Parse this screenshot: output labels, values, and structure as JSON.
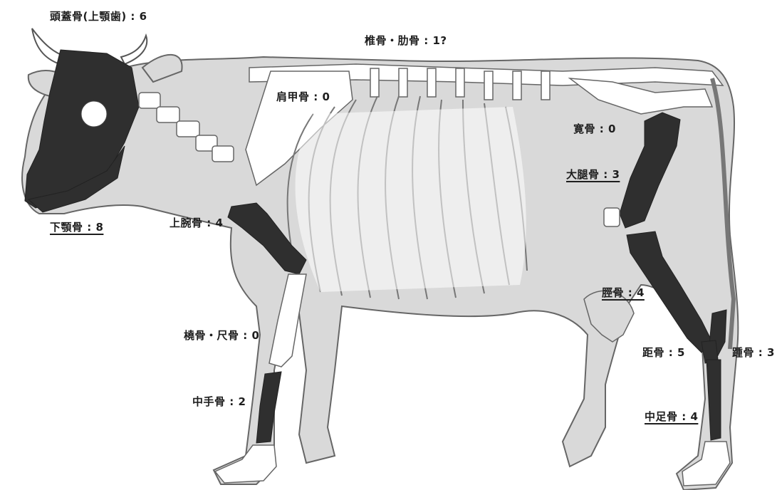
{
  "labels": {
    "skull": "頭蓋骨(上顎歯) : 6",
    "vertebra_rib": "椎骨・肋骨 : 1?",
    "scapula": "肩甲骨 : 0",
    "pelvis": "寛骨 : 0",
    "femur": "大腿骨 : 3",
    "mandible": "下顎骨 : 8",
    "humerus": "上腕骨 : 4",
    "tibia": "脛骨 : 4",
    "radius_ulna": "橈骨・尺骨 : 0",
    "talus": "距骨 : 5",
    "calcaneus": "踵骨 : 3",
    "metacarpal": "中手骨 : 2",
    "metatarsal": "中足骨 : 4"
  },
  "colors": {
    "body_fill": "#d9d9d9",
    "outline": "#666666",
    "bone_present": "#2f2f2f",
    "bone_absent": "#ffffff",
    "label_text": "#1e1e1e"
  }
}
